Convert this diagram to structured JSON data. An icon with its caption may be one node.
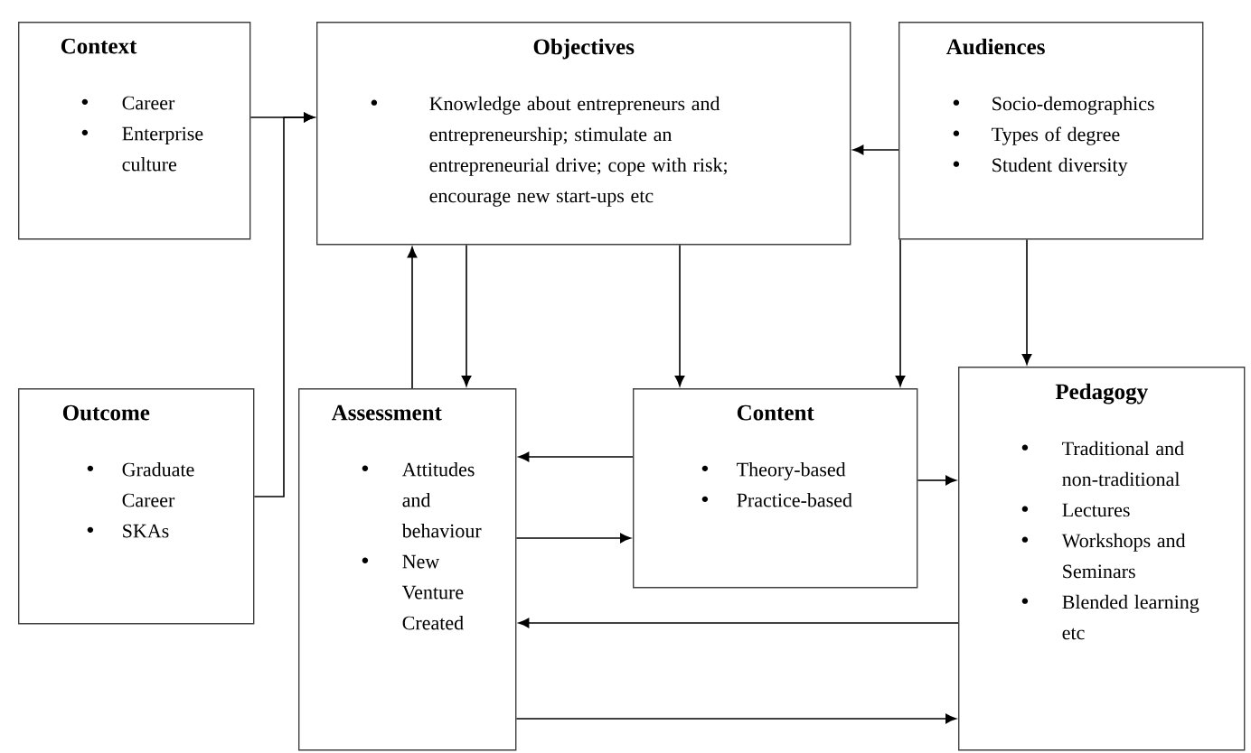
{
  "diagram": {
    "nodes": [
      {
        "text": [
          "Context",
          "Career",
          "Enterprise culture"
        ]
      },
      {
        "text": [
          "Objectives",
          "Knowledge about entrepreneurs and entrepreneurship; stimulate an entrepreneurial drive; cope with risk; encourage new start-ups etc"
        ]
      },
      {
        "text": [
          "Audiences",
          "Socio-demographics",
          "Types of degree",
          "Student diversity"
        ]
      },
      {
        "text": [
          "Outcome",
          "Graduate Career",
          "SKAs"
        ]
      },
      {
        "text": [
          "Assessment",
          "Attitudes and behaviour",
          "New Venture Created"
        ]
      },
      {
        "text": [
          "Content",
          "Theory-based",
          "Practice-based"
        ]
      },
      {
        "text": [
          "Pedagogy",
          "Traditional and non-traditional",
          "Lectures",
          "Workshops and Seminars",
          "Blended learning etc"
        ]
      }
    ],
    "edges": [
      {
        "from": 0,
        "to": 1,
        "arrow": "to"
      },
      {
        "from": 3,
        "to": 1,
        "arrow": "to"
      },
      {
        "from": 4,
        "to": 1,
        "arrow": "to"
      },
      {
        "from": 1,
        "to": 4,
        "arrow": "to"
      },
      {
        "from": 1,
        "to": 5,
        "arrow": "to"
      },
      {
        "from": 2,
        "to": 1,
        "arrow": "to"
      },
      {
        "from": 2,
        "to": 5,
        "arrow": "to"
      },
      {
        "from": 2,
        "to": 6,
        "arrow": "to"
      },
      {
        "from": 5,
        "to": 6,
        "arrow": "to"
      },
      {
        "from": 5,
        "to": 4,
        "arrow": "to"
      },
      {
        "from": 4,
        "to": 5,
        "arrow": "to"
      },
      {
        "from": 6,
        "to": 4,
        "arrow": "to"
      },
      {
        "from": 4,
        "to": 6,
        "arrow": "to"
      }
    ]
  }
}
